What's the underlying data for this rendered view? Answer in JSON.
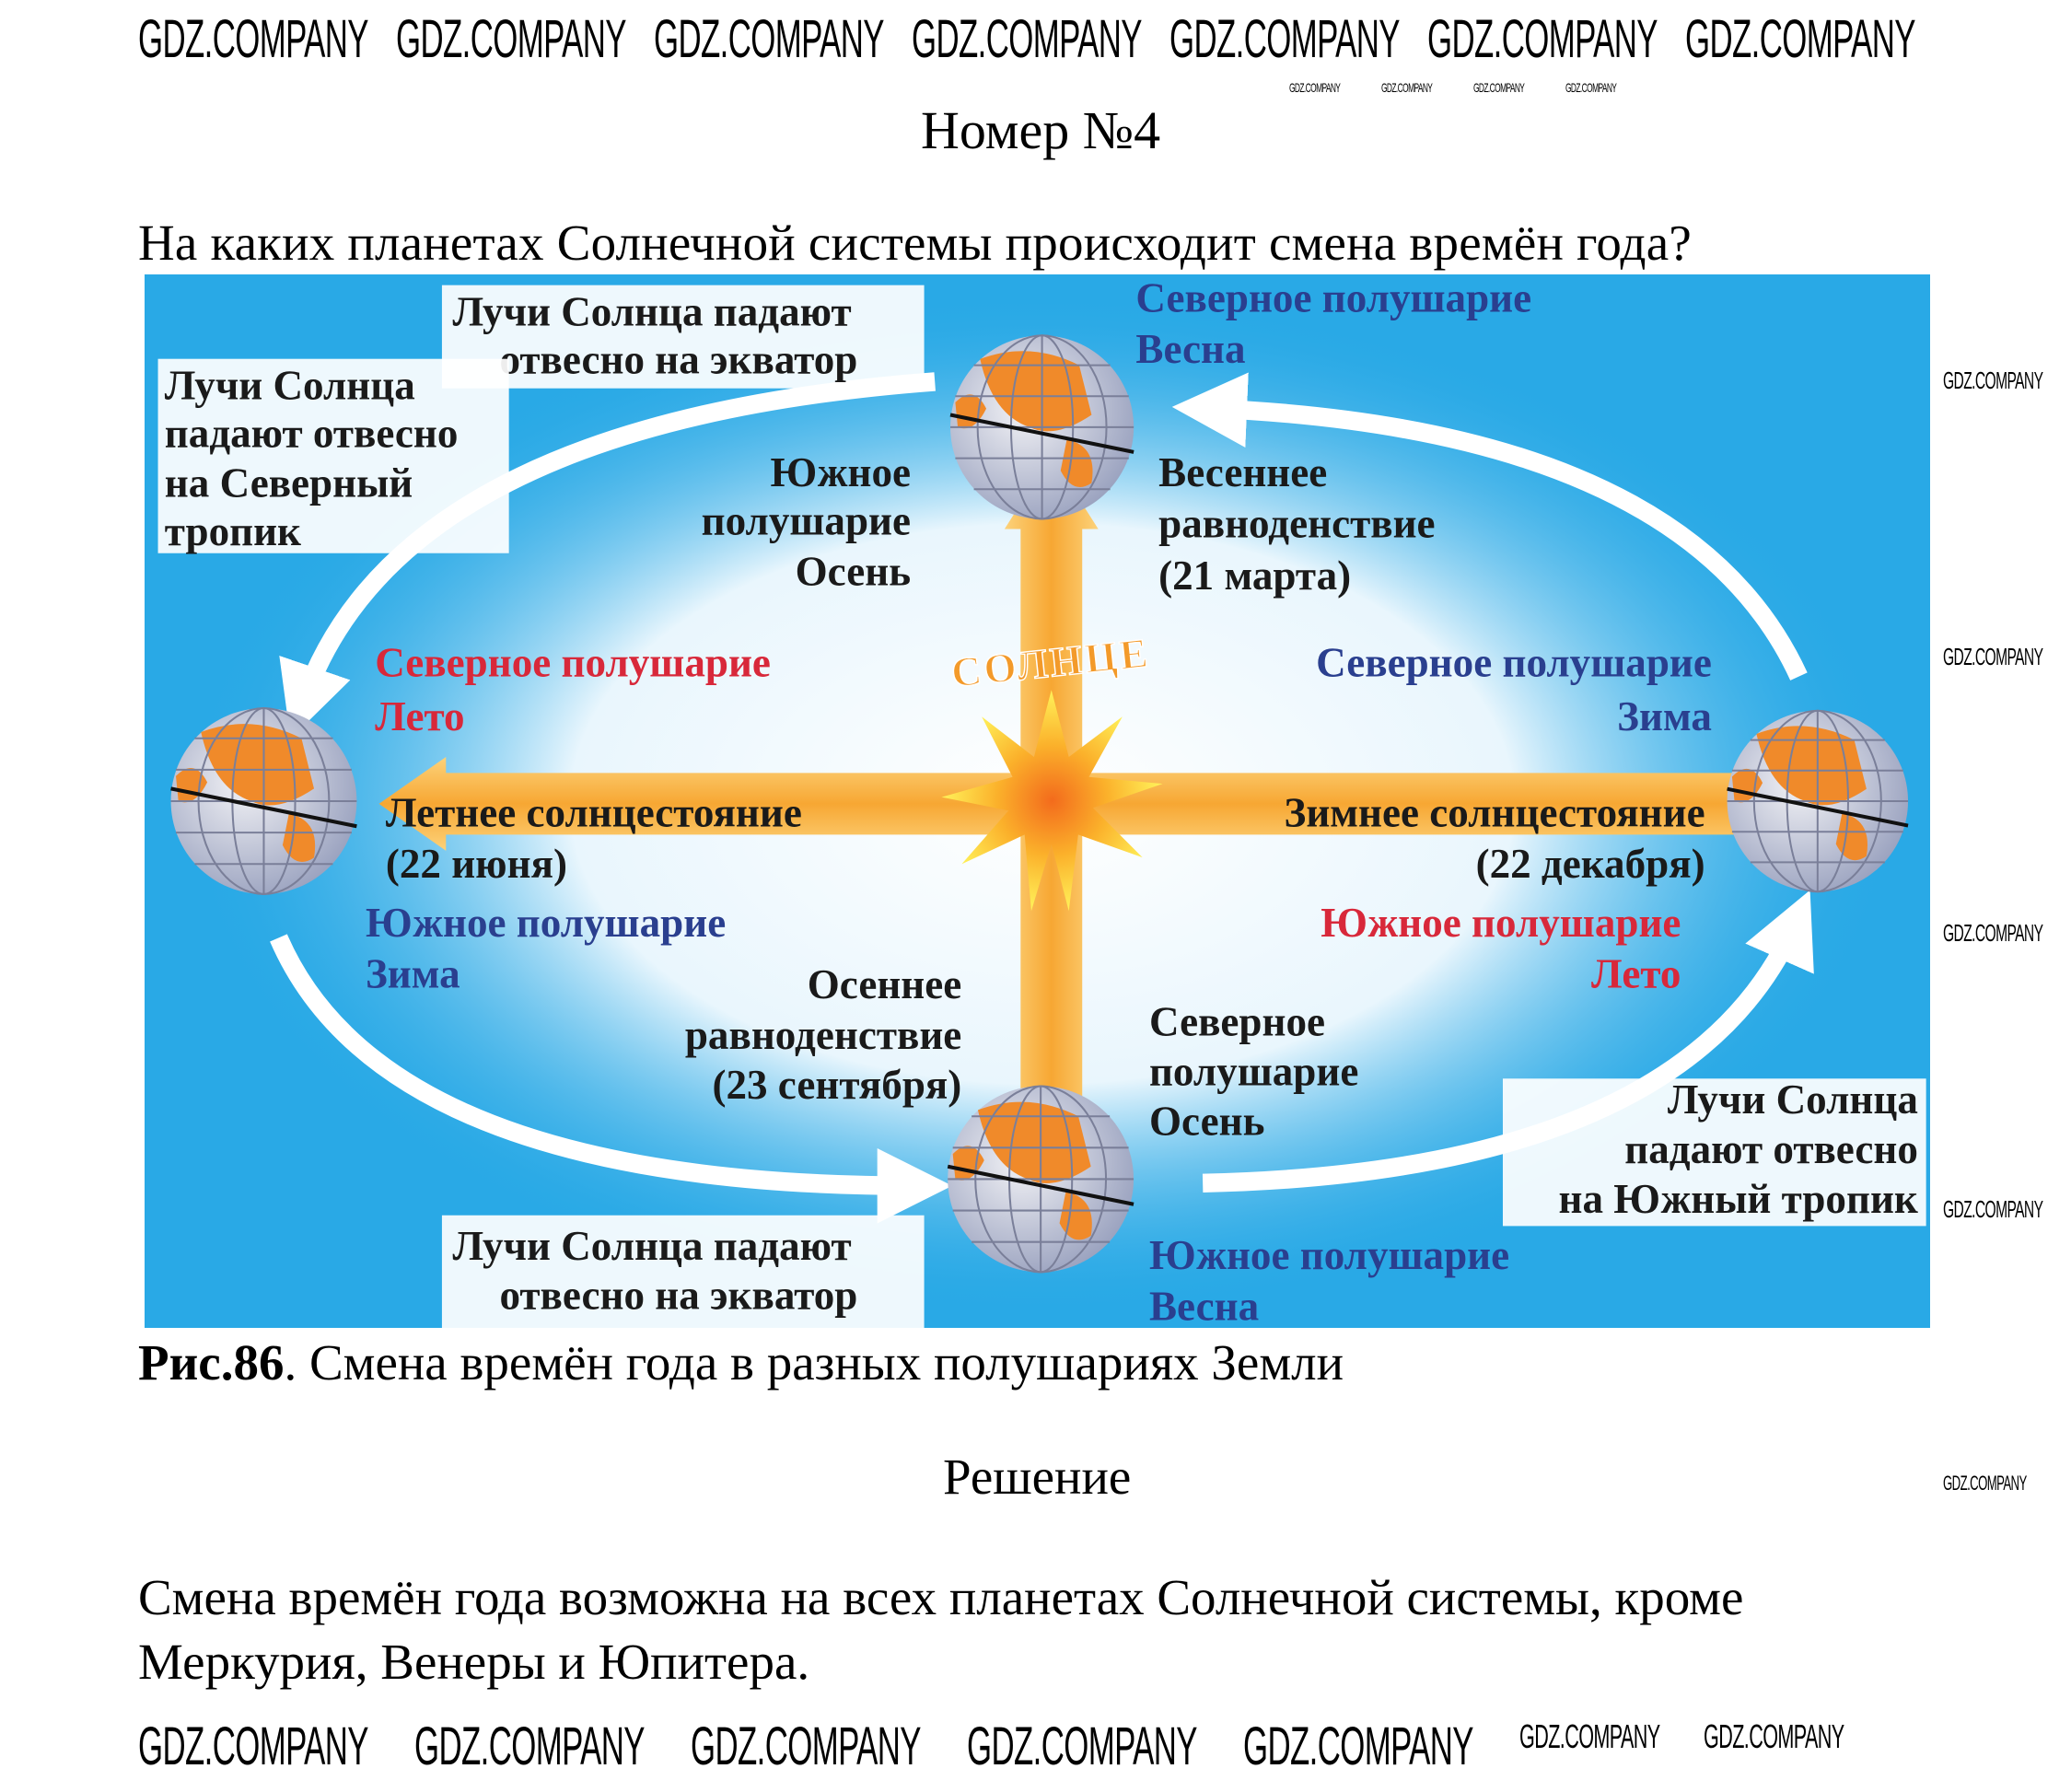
{
  "header": {
    "number": "Номер №4"
  },
  "question": "На каких планетах Солнечной системы происходит смена времён года?",
  "figure": {
    "box_top": [
      "Лучи Солнца падают",
      "отвесно на экватор"
    ],
    "box_left": [
      "Лучи Солнца",
      "падают отвесно",
      "на Северный",
      "тропик"
    ],
    "box_bottom": [
      "Лучи Солнца падают",
      "отвесно на экватор"
    ],
    "box_right": [
      "Лучи Солнца",
      "падают отвесно",
      "на Южный тропик"
    ],
    "top_north": [
      "Северное полушарие",
      "Весна"
    ],
    "top_south": [
      "Южное",
      "полушарие",
      "Осень"
    ],
    "spring": [
      "Весеннее",
      "равноденствие",
      "(21 марта)"
    ],
    "sun": "СОЛНЦЕ",
    "left_north": [
      "Северное полушарие",
      "Лето"
    ],
    "right_north": [
      "Северное полушарие",
      "Зима"
    ],
    "summer": [
      "Летнее солнцестояние",
      "(22 июня)"
    ],
    "winter": [
      "Зимнее солнцестояние",
      "(22 декабря)"
    ],
    "left_south": [
      "Южное полушарие",
      "Зима"
    ],
    "right_south": [
      "Южное полушарие",
      "Лето"
    ],
    "autumn": [
      "Осеннее",
      "равноденствие",
      "(23 сентября)"
    ],
    "bottom_north": [
      "Северное",
      "полушарие",
      "Осень"
    ],
    "bottom_south": [
      "Южное полушарие",
      "Весна"
    ],
    "colors": {
      "sky": "#29a9e6",
      "summer_red": "#d8283a",
      "winter_blue": "#2a3f8f",
      "arrow_orange": "#f7a733"
    }
  },
  "caption": {
    "label": "Рис.86",
    "text": ". Смена времён года в разных полушариях Земли"
  },
  "solution": {
    "title": "Решение",
    "answer": "Смена времён года возможна на всех планетах Солнечной системы, кроме Меркурия, Венеры и Юпитера."
  },
  "watermark": "GDZ.COMPANY"
}
